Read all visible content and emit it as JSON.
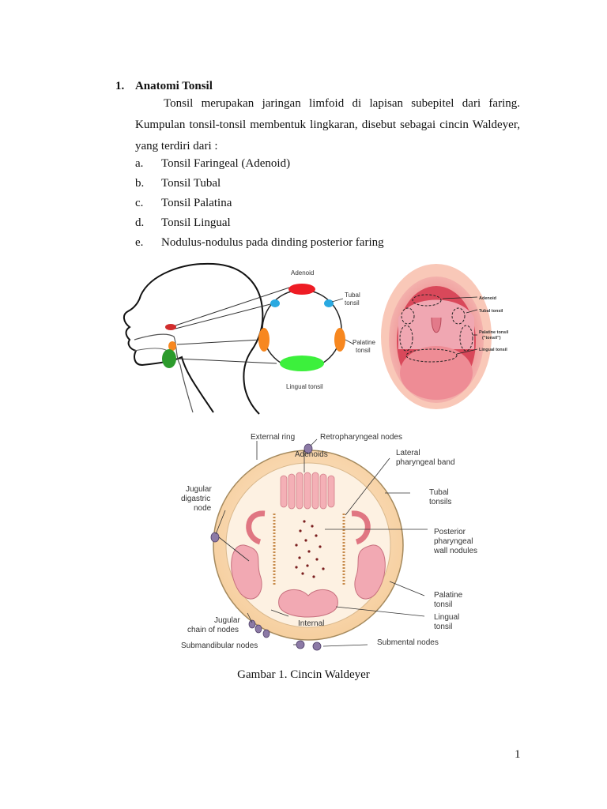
{
  "section": {
    "number": "1.",
    "title": "Anatomi Tonsil",
    "paragraph": "Tonsil merupakan jaringan limfoid di lapisan subepitel dari faring. Kumpulan tonsil-tonsil membentuk lingkaran, disebut sebagai cincin Waldeyer, yang terdiri dari :",
    "items": [
      {
        "mark": "a.",
        "text": "Tonsil Faringeal (Adenoid)"
      },
      {
        "mark": "b.",
        "text": "Tonsil Tubal"
      },
      {
        "mark": "c.",
        "text": "Tonsil Palatina"
      },
      {
        "mark": "d.",
        "text": "Tonsil Lingual"
      },
      {
        "mark": "e.",
        "text": "Nodulus-nodulus pada dinding posterior faring"
      }
    ]
  },
  "figure_top_left": {
    "adenoid": "Adenoid",
    "tubal_1": "Tubal",
    "tubal_2": "tonsil",
    "palatine_1": "Palatine",
    "palatine_2": "tonsil",
    "lingual": "Lingual tonsil"
  },
  "figure_top_right": {
    "adenoid": "Adenoid",
    "tubal": "Tubal tonsil",
    "palatine_1": "Palatine tonsil",
    "palatine_2": "(\"tonsil\")",
    "lingual": "Lingual tonsil"
  },
  "figure_bottom": {
    "external_ring": "External ring",
    "retro": "Retropharyngeal nodes",
    "adenoids": "Adenoids",
    "lateral_1": "Lateral",
    "lateral_2": "pharyngeal band",
    "jugdig_1": "Jugular",
    "jugdig_2": "digastric",
    "jugdig_3": "node",
    "tubal_1": "Tubal",
    "tubal_2": "tonsils",
    "post_1": "Posterior",
    "post_2": "pharyngeal",
    "post_3": "wall nodules",
    "pal_1": "Palatine",
    "pal_2": "tonsil",
    "ling_1": "Lingual",
    "ling_2": "tonsil",
    "internal": "Internal",
    "jugchain_1": "Jugular",
    "jugchain_2": "chain of nodes",
    "submand": "Submandibular nodes",
    "submental": "Submental nodes"
  },
  "caption": "Gambar 1. Cincin Waldeyer",
  "page_number": "1",
  "colors": {
    "adenoid_red": "#ee1c24",
    "tubal_blue": "#29a9e1",
    "palatine_orange": "#f7871f",
    "lingual_green": "#3cf03c",
    "ring_fill": "#fbe3c4",
    "tissue_pink": "#f2a9b3"
  }
}
